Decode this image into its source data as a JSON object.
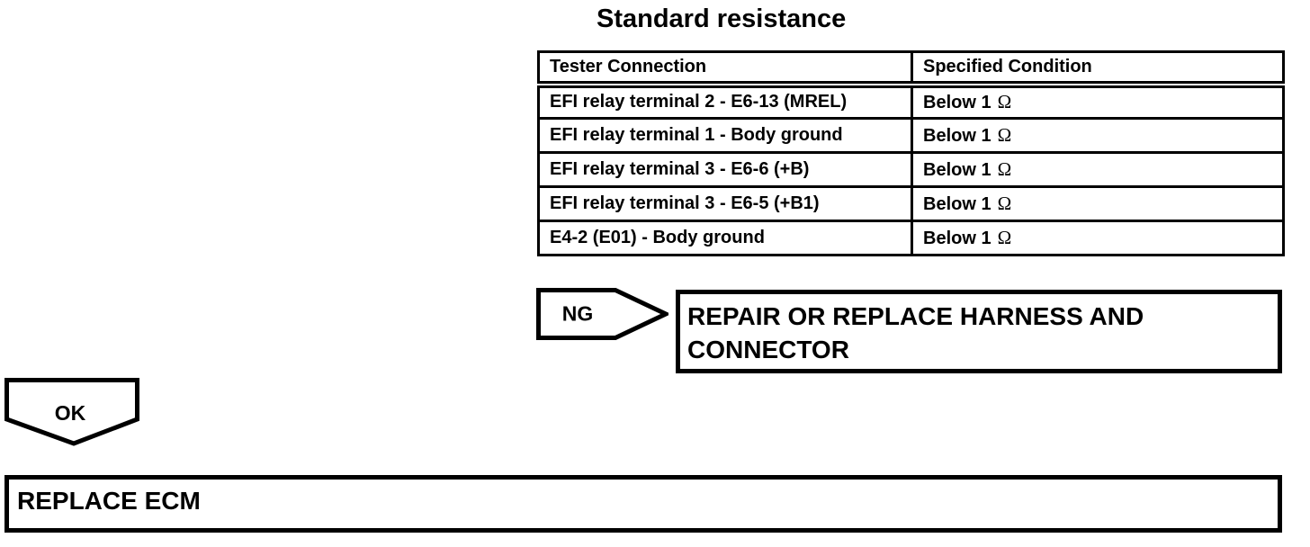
{
  "title": "Standard resistance",
  "table": {
    "headers": [
      "Tester Connection",
      "Specified Condition"
    ],
    "ohm_symbol": "Ω",
    "rows": [
      {
        "connection": "EFI relay terminal 2 - E6-13 (MREL)",
        "condition": "Below 1"
      },
      {
        "connection": "EFI relay terminal 1 - Body ground",
        "condition": "Below 1"
      },
      {
        "connection": "EFI relay terminal 3 - E6-6 (+B)",
        "condition": "Below 1"
      },
      {
        "connection": "EFI relay terminal 3 - E6-5 (+B1)",
        "condition": "Below 1"
      },
      {
        "connection": "E4-2 (E01) - Body ground",
        "condition": "Below 1"
      }
    ]
  },
  "flowchart": {
    "ng_label": "NG",
    "ng_action": {
      "line1": "REPAIR OR REPLACE HARNESS AND",
      "line2": "CONNECTOR"
    },
    "ok_label": "OK",
    "ok_action": "REPLACE ECM"
  },
  "colors": {
    "ink": "#000000",
    "paper": "#ffffff"
  }
}
